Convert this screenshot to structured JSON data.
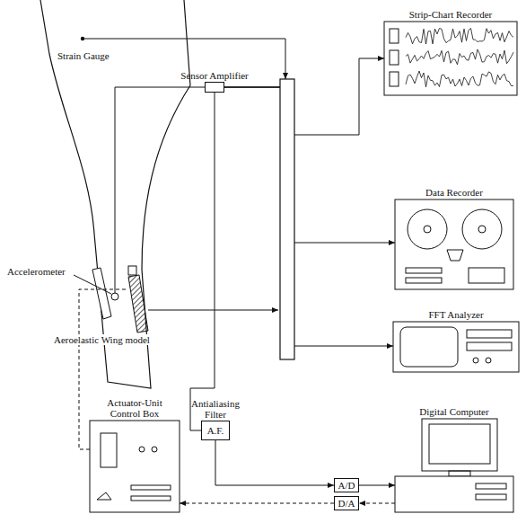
{
  "diagram": {
    "nodes": [
      {
        "text": [
          "Strip-Chart Recorder"
        ]
      },
      {
        "text": [
          "Data Recorder"
        ]
      },
      {
        "text": [
          "FFT Analyzer"
        ]
      },
      {
        "text": [
          "Digital Computer"
        ]
      },
      {
        "text": [
          "A/D"
        ]
      },
      {
        "text": [
          "D/A"
        ]
      },
      {
        "text": [
          "Antialiasing Filter",
          "A.F."
        ]
      },
      {
        "text": [
          "Actuator-Unit Control Box"
        ]
      },
      {
        "text": [
          "Sensor Amplifier"
        ]
      }
    ],
    "edges": [
      {
        "from": 8,
        "to": 0,
        "arrow": "to"
      },
      {
        "from": 8,
        "to": 1,
        "arrow": "to"
      },
      {
        "from": 8,
        "to": 2,
        "arrow": "to"
      },
      {
        "from": 8,
        "to": 6,
        "arrow": "none"
      },
      {
        "from": 6,
        "to": 4,
        "arrow": "to"
      },
      {
        "from": 4,
        "to": 3,
        "arrow": "to"
      },
      {
        "from": 3,
        "to": 5,
        "arrow": "to"
      },
      {
        "from": 5,
        "to": 7,
        "arrow": "to"
      }
    ],
    "labels": [
      "Strain Gauge",
      "Accelerometer",
      "Aeroelastic Wing model"
    ]
  }
}
